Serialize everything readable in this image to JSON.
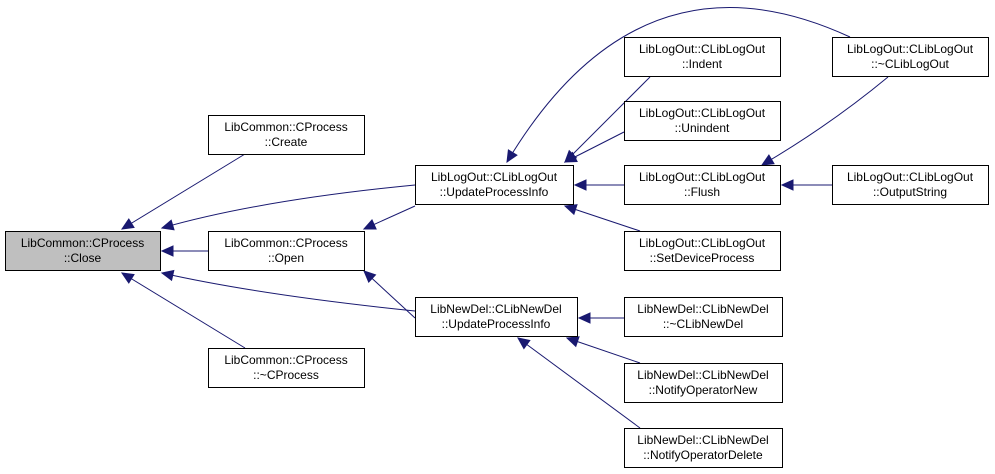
{
  "colors": {
    "edge": "#191970",
    "root_fill": "#bfbfbf",
    "node_fill": "#ffffff",
    "node_border": "#000000"
  },
  "nodes": [
    {
      "id": "close",
      "line1": "LibCommon::CProcess",
      "line2": "::Close",
      "root": true
    },
    {
      "id": "create",
      "line1": "LibCommon::CProcess",
      "line2": "::Create"
    },
    {
      "id": "open",
      "line1": "LibCommon::CProcess",
      "line2": "::Open"
    },
    {
      "id": "dtor_process",
      "line1": "LibCommon::CProcess",
      "line2": "::~CProcess"
    },
    {
      "id": "log_update",
      "line1": "LibLogOut::CLibLogOut",
      "line2": "::UpdateProcessInfo"
    },
    {
      "id": "newdel_update",
      "line1": "LibNewDel::CLibNewDel",
      "line2": "::UpdateProcessInfo"
    },
    {
      "id": "indent",
      "line1": "LibLogOut::CLibLogOut",
      "line2": "::Indent"
    },
    {
      "id": "unindent",
      "line1": "LibLogOut::CLibLogOut",
      "line2": "::Unindent"
    },
    {
      "id": "flush",
      "line1": "LibLogOut::CLibLogOut",
      "line2": "::Flush"
    },
    {
      "id": "set_device",
      "line1": "LibLogOut::CLibLogOut",
      "line2": "::SetDeviceProcess"
    },
    {
      "id": "dtor_newdel",
      "line1": "LibNewDel::CLibNewDel",
      "line2": "::~CLibNewDel"
    },
    {
      "id": "op_new",
      "line1": "LibNewDel::CLibNewDel",
      "line2": "::NotifyOperatorNew"
    },
    {
      "id": "op_delete",
      "line1": "LibNewDel::CLibNewDel",
      "line2": "::NotifyOperatorDelete"
    },
    {
      "id": "dtor_log",
      "line1": "LibLogOut::CLibLogOut",
      "line2": "::~CLibLogOut"
    },
    {
      "id": "output_string",
      "line1": "LibLogOut::CLibLogOut",
      "line2": "::OutputString"
    }
  ],
  "edges": [
    {
      "from": "create",
      "to": "close"
    },
    {
      "from": "open",
      "to": "close"
    },
    {
      "from": "dtor_process",
      "to": "close"
    },
    {
      "from": "log_update",
      "to": "close"
    },
    {
      "from": "newdel_update",
      "to": "close"
    },
    {
      "from": "log_update",
      "to": "open"
    },
    {
      "from": "newdel_update",
      "to": "open"
    },
    {
      "from": "indent",
      "to": "log_update"
    },
    {
      "from": "unindent",
      "to": "log_update"
    },
    {
      "from": "flush",
      "to": "log_update"
    },
    {
      "from": "set_device",
      "to": "log_update"
    },
    {
      "from": "dtor_log",
      "to": "log_update"
    },
    {
      "from": "output_string",
      "to": "flush"
    },
    {
      "from": "dtor_log",
      "to": "flush"
    },
    {
      "from": "dtor_newdel",
      "to": "newdel_update"
    },
    {
      "from": "op_new",
      "to": "newdel_update"
    },
    {
      "from": "op_delete",
      "to": "newdel_update"
    }
  ]
}
